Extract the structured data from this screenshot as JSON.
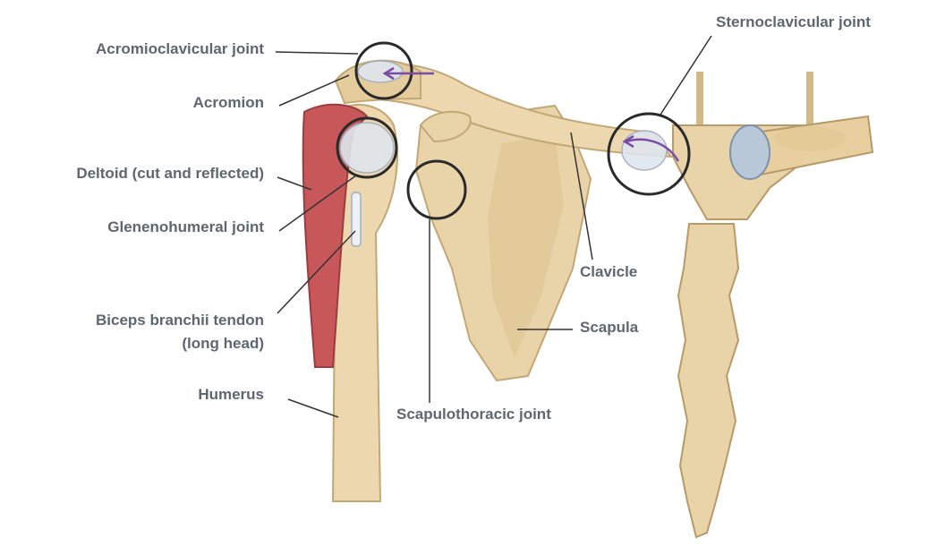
{
  "labels": {
    "acromioclavicular": "Acromioclavicular joint",
    "acromion": "Acromion",
    "deltoid": "Deltoid (cut and reflected)",
    "glenohumeral": "Glenenohumeral joint",
    "biceps_line1": "Biceps branchii tendon",
    "biceps_line2": "(long head)",
    "humerus": "Humerus",
    "sternoclavicular": "Sternoclavicular joint",
    "clavicle": "Clavicle",
    "scapula": "Scapula",
    "scapulothoracic": "Scapulothoracic joint"
  },
  "colors": {
    "label_text": "#5e6770",
    "leader_line": "#333333",
    "bone": "#e9d3a8",
    "bone_shadow": "#c9ad7c",
    "muscle": "#c8575a",
    "cartilage": "#dfe6ee",
    "joint_circle": "#2a2a2a",
    "arrow": "#7b4aa8"
  }
}
